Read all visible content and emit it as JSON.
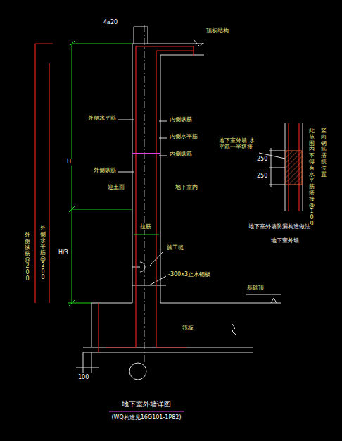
{
  "diagram": {
    "title": "地下室外墙详图",
    "caption": "(WQ构造见16G101-1P82)",
    "labels": [
      "4⌀20",
      "顶板结构",
      "H",
      "H/3",
      "外侧纵筋@200",
      "外侧水平筋@200",
      "外侧水平筋",
      "内侧纵筋",
      "内侧水平筋",
      "内侧纵筋",
      "外侧纵筋",
      "迎土面",
      "地下室内",
      "拉筋",
      "施工缝",
      "-300x3止水钢板",
      "基础顶",
      "筏板",
      "100",
      "地下室外墙 水平筋一半搭接",
      "250",
      "250",
      "此范围内不得有水平筋搭接@100",
      "竖向钢筋搭接位置",
      "地下室外墙防漏构造做法",
      "地下室外墙"
    ]
  }
}
